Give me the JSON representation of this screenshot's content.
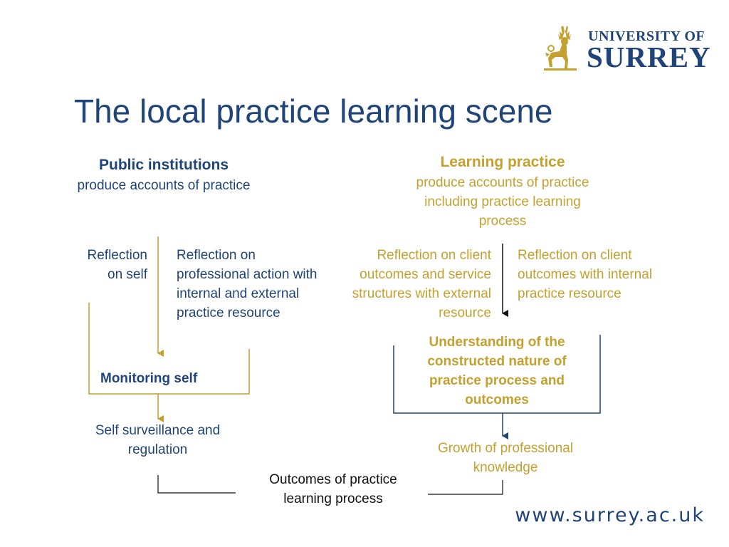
{
  "logo": {
    "line1": "UNIVERSITY OF",
    "line2": "SURREY",
    "emblem": "stag-icon",
    "color": "#1f4479",
    "emblem_color": "#c4a12e"
  },
  "title": "The local practice learning scene",
  "left": {
    "heading": "Public institutions",
    "subheading": "produce accounts of practice",
    "reflection_self": "Reflection on self",
    "reflection_professional": "Reflection on professional action with internal and external practice resource",
    "monitoring": "Monitoring self",
    "surveillance": "Self surveillance and regulation"
  },
  "right": {
    "heading": "Learning practice",
    "subheading": "produce accounts of practice including practice learning process",
    "reflection_external": "Reflection on client outcomes and service structures with external resource",
    "reflection_internal": "Reflection on client outcomes with internal practice resource",
    "understanding": "Understanding of the constructed nature of practice process and outcomes",
    "growth": "Growth of professional knowledge"
  },
  "outcomes": "Outcomes of practice learning process",
  "footer_url": "www.surrey.ac.uk",
  "colors": {
    "blue": "#1f4479",
    "gold": "#c4a12e"
  }
}
